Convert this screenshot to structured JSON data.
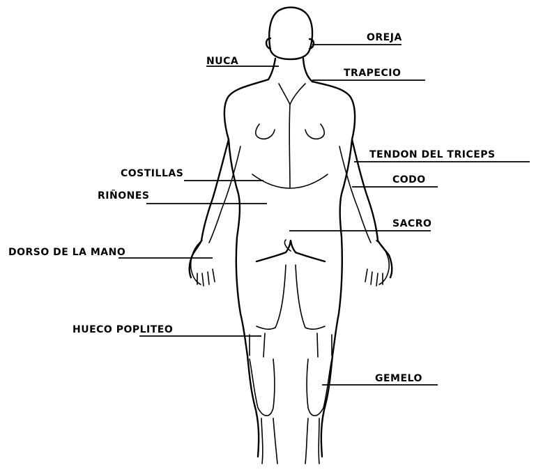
{
  "labels": {
    "oreja": "OREJA",
    "nuca": "NUCA",
    "trapecio": "TRAPECIO",
    "tendon_triceps": "TENDON DEL TRICEPS",
    "costillas": "COSTILLAS",
    "codo": "CODO",
    "rinones": "RIÑONES",
    "sacro": "SACRO",
    "dorso_mano": "DORSO DE LA MANO",
    "hueco_popliteo": "HUECO POPLITEO",
    "gemelo": "GEMELO"
  }
}
